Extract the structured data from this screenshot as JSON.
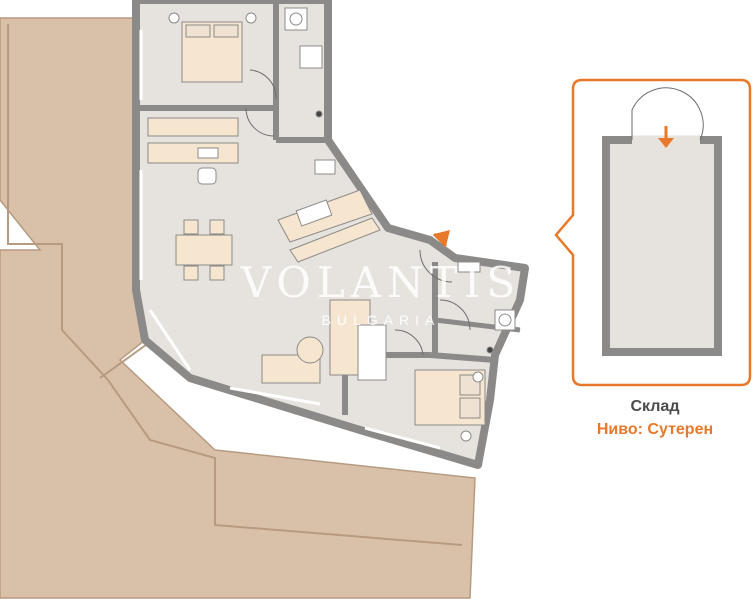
{
  "watermark": {
    "brand": "VOLANTIS",
    "sub": "BULGARIA"
  },
  "storage": {
    "title": "Склад",
    "level": "Ниво: Сутерен"
  },
  "colors": {
    "terrace": "#d9c1a9",
    "floor": "#e6e3df",
    "wall": "#8c8a88",
    "furniture": "#f6e6d0",
    "accent": "#e8792b",
    "caption": "#4a4a4a"
  }
}
